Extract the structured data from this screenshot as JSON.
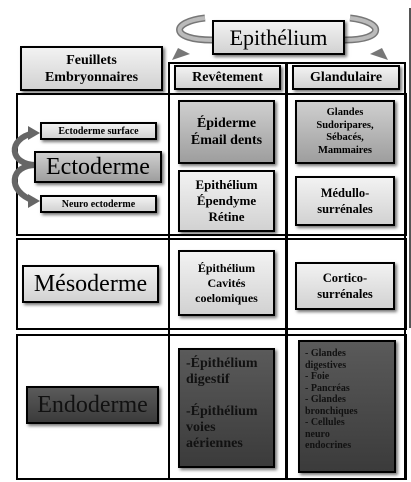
{
  "header": {
    "epithelium": "Epithélium",
    "feuillets": "Feuillets\nEmbryonnaires",
    "revetement": "Revêtement",
    "glandulaire": "Glandulaire"
  },
  "ectoderme": {
    "label": "Ectoderme",
    "surface": "Ectoderme surface",
    "neuro": "Neuro ectoderme",
    "rev_surface": "Épiderme\nÉmail dents",
    "gland_surface": "Glandes\nSudoripares,\nSébacés,\nMammaires",
    "rev_neuro": "Epithélium\nÉpendyme\nRétine",
    "gland_neuro": "Médullo-\nsurrénales"
  },
  "mesoderme": {
    "label": "Mésoderme",
    "rev": "Épithélium\nCavités\ncoelomiques",
    "gland": "Cortico-\nsurrénales"
  },
  "endoderme": {
    "label": "Endoderme",
    "rev": "-Épithélium\ndigestif\n\n-Épithélium\nvoies\naériennes",
    "gland": "- Glandes\n  digestives\n- Foie\n- Pancréas\n- Glandes\n  bronchiques\n- Cellules\n  neuro\n  endocrines"
  },
  "colors": {
    "dark": "#4a4a4a",
    "gray": "#b5b5b5",
    "light": "#e6e6e6"
  }
}
